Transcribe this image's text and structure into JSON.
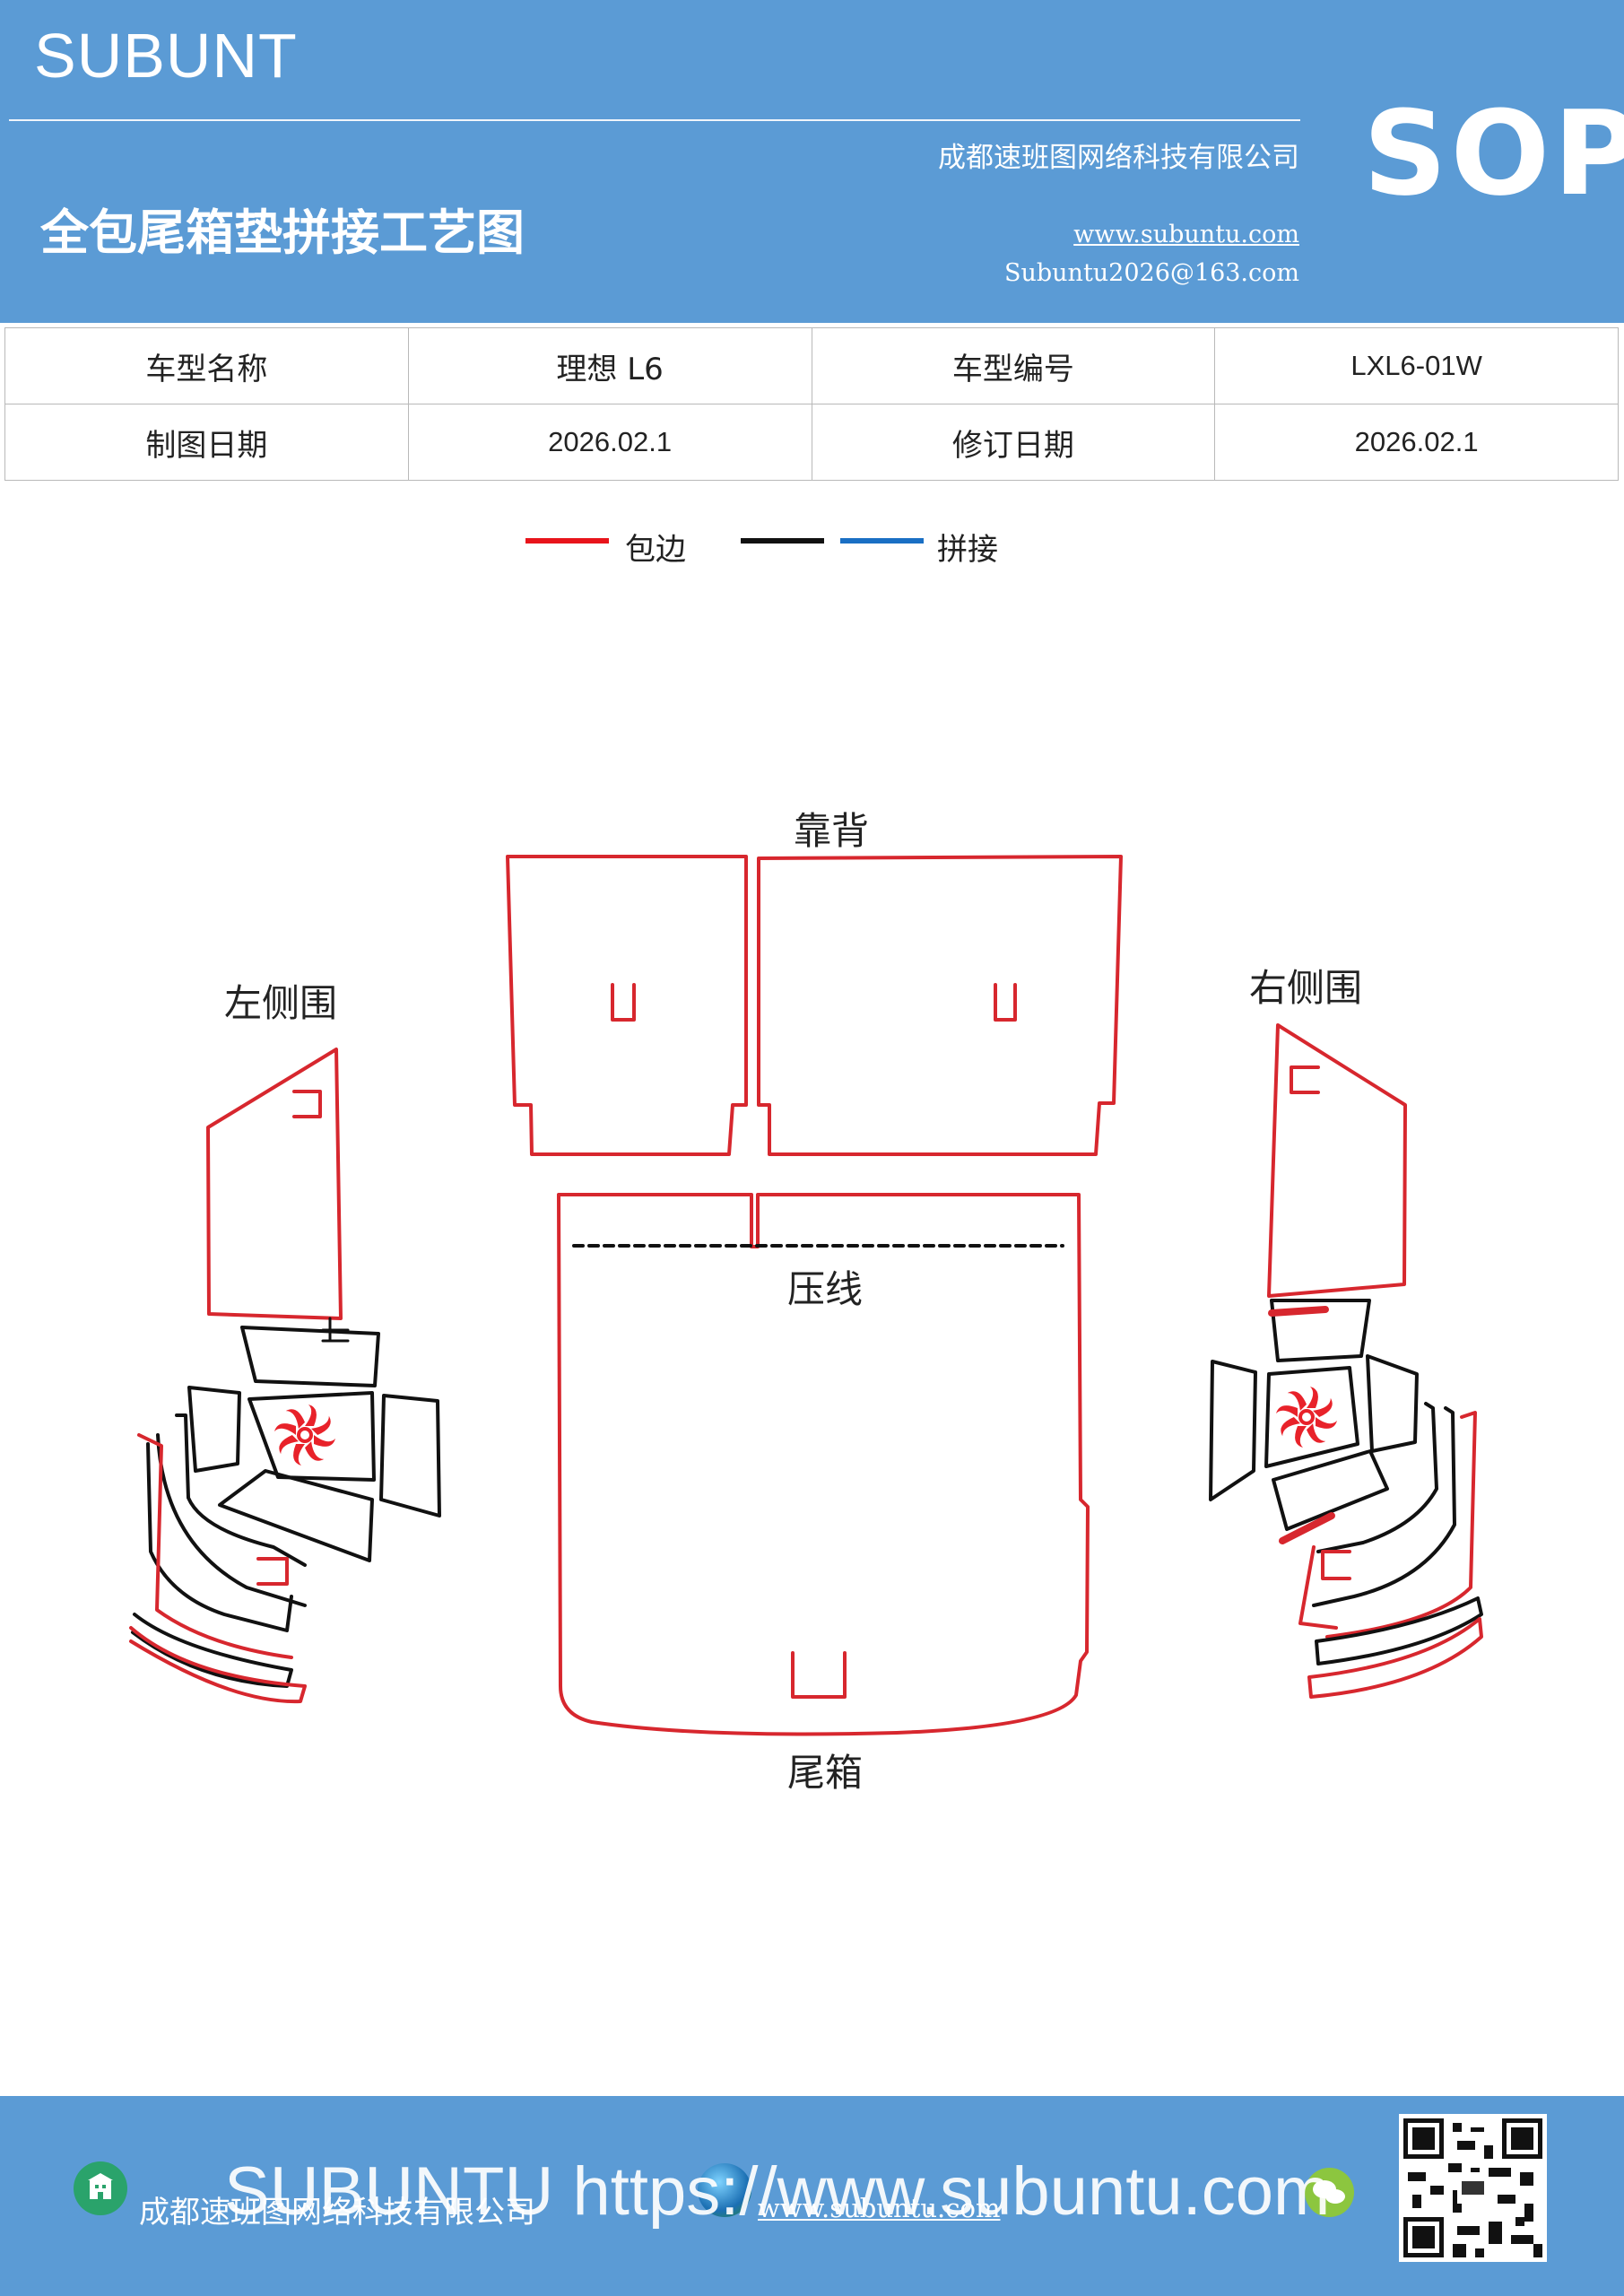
{
  "header": {
    "brand": "SUBUNT",
    "sop": "SOP",
    "company": "成都速班图网络科技有限公司",
    "title": "全包尾箱垫拼接工艺图",
    "website": "www.subuntu.com",
    "email": "Subuntu2026@163.com"
  },
  "info": {
    "model_name_label": "车型名称",
    "model_name": "理想 L6",
    "model_code_label": "车型编号",
    "model_code": "LXL6-01W",
    "draw_date_label": "制图日期",
    "draw_date": "2026.02.1",
    "revise_date_label": "修订日期",
    "revise_date": "2026.02.1"
  },
  "legend": {
    "edge_label": "包边",
    "splice_label": "拼接",
    "colors": {
      "edge": "#e8141b",
      "black": "#111111",
      "splice": "#1a6fc4"
    }
  },
  "diagram": {
    "backrest": "靠背",
    "left_side": "左侧围",
    "right_side": "右侧围",
    "crease": "压线",
    "trunk": "尾箱"
  },
  "footer": {
    "banner": "SUBUNTU https://www.subuntu.com",
    "company": "成都速班图网络科技有限公司",
    "website": "www.subuntu.com"
  }
}
